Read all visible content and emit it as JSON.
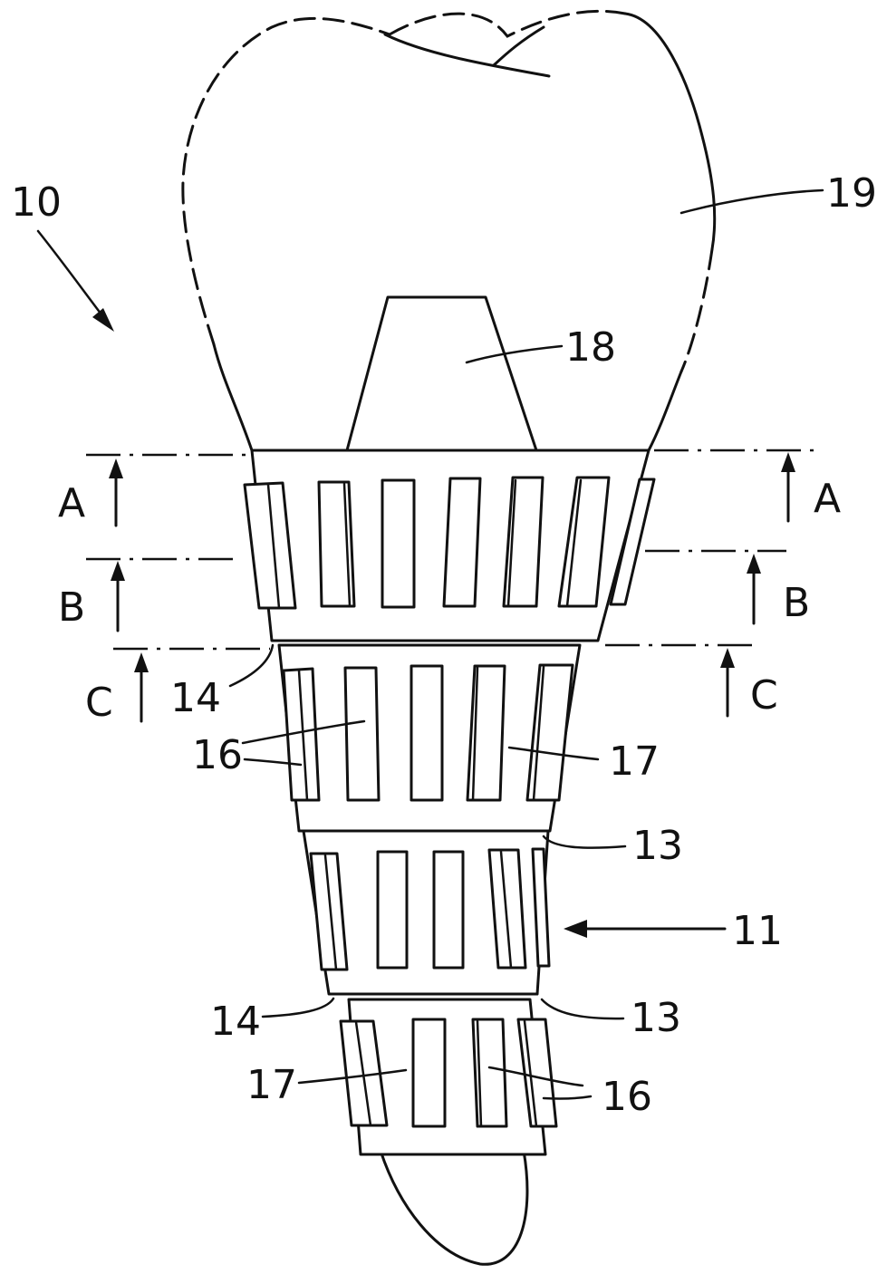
{
  "labels": {
    "assembly": "10",
    "crown": "19",
    "abutment": "18",
    "implant": "11",
    "step_lower_left": "14",
    "step_lower_right": "13",
    "step_upper_left": "14",
    "step_upper_right": "13",
    "slot_upper": "16",
    "slot_lower": "16",
    "groove_upper": "17",
    "groove_lower": "17"
  },
  "sections": {
    "a": "A",
    "b": "B",
    "c": "C"
  }
}
